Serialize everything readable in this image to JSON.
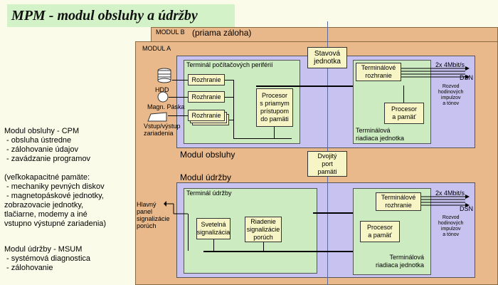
{
  "title": "MPM - modul obsluhy a údržby",
  "side": {
    "block1": "Modul obsluhy - CPM\n - obsluha ústredne\n - zálohovanie údajov\n - zavádzanie programov",
    "block2": "(veľkokapacitné pamäte:\n - mechaniky pevných diskov\n - magnetopáskové jednotky,\nzobrazovacie jednotky,\ntlačiarne, modemy a iné\nvstupno výstupné zariadenia)",
    "block3": "Modul údržby - MSUM\n - systémová diagnostica\n - zálohovanie"
  },
  "modules": {
    "modul_b": "MODUL B",
    "modul_b_note": "(priama záloha)",
    "modul_a": "MODUL A",
    "obsluhy": "Modul obsluhy",
    "udrzby": "Modul údržby"
  },
  "top": {
    "terminal_periferii": "Terminál počítačových periférií",
    "hdd": "HDD",
    "mag": "Magn. Páska",
    "vstup": "Vstup/výstup\nzariadenia",
    "rozhranie": "Rozhranie",
    "procesor": "Procesor\ns priamym\nprístupom\ndo pamäti",
    "stavova": "Stavová\njednotka",
    "term_rozhranie": "Terminálové\nrozhranie",
    "procesor_pamat": "Procesor\na pamäť",
    "term_riadiaca": "Terminálová\nriadiaca jednotka",
    "speed": "2x 4Mbit/s",
    "dsn": "DSN",
    "rozvod": "Rozvod\nhodinových\nimpulzov\na tónov"
  },
  "mid": {
    "dvojity": "Dvojitý\nport\npamäti"
  },
  "bottom": {
    "terminal_udrzby": "Terminál údržby",
    "hlavny": "Hlavný\npanel\nsignalizácie\nporúch",
    "svetelna": "Svetelná\nsignalizácia",
    "riadenie": "Riadenie\nsignalizácie\nporúch",
    "term_rozhranie": "Terminálové\nrozhranie",
    "procesor_pamat": "Procesor\na pamäť",
    "term_riadiaca": "Terminálová\nriadiaca jednotka",
    "speed": "2x 4Mbit/s",
    "dsn": "DSN",
    "rozvod": "Rozvod\nhodinových\nimpulzov\na tónov"
  },
  "colors": {
    "module": "#e9b98c",
    "lavender": "#c8c2f0",
    "green": "#cdebc1",
    "box": "#f7f5c6",
    "title_bg": "#d3f2c8"
  }
}
